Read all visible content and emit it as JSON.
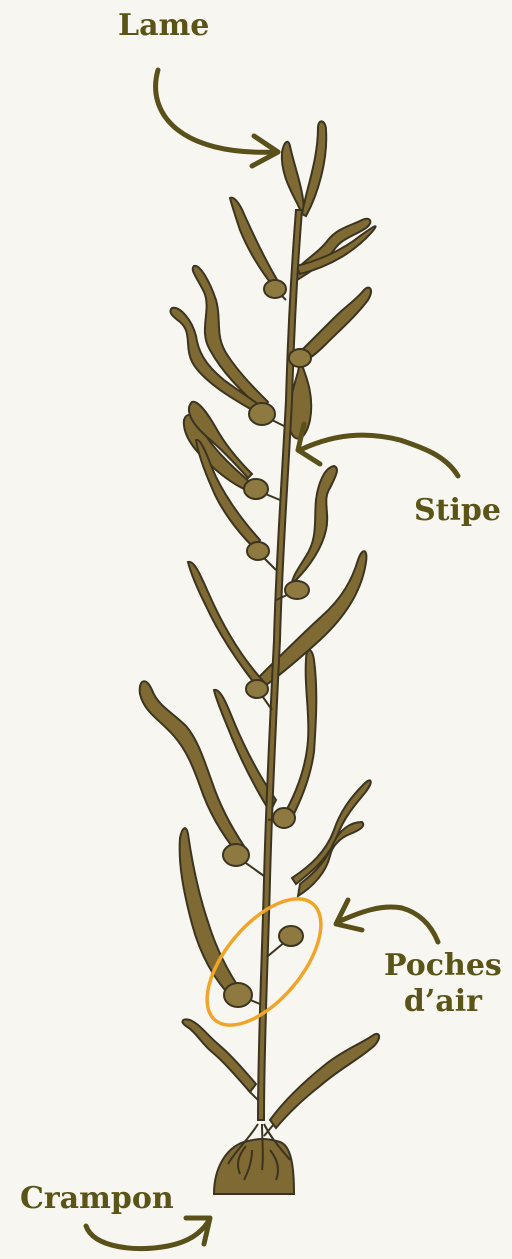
{
  "labels": {
    "lame": "Lame",
    "stipe": "Stipe",
    "poches_line1": "Poches",
    "poches_line2": "d’air",
    "crampon": "Crampon"
  },
  "colors": {
    "background": "#f8f6f1",
    "kelp_fill": "#7f6a34",
    "kelp_outline": "#3b3420",
    "label_text": "#5a5417",
    "arrow": "#59501a",
    "highlight_ring": "#f0a52a"
  }
}
